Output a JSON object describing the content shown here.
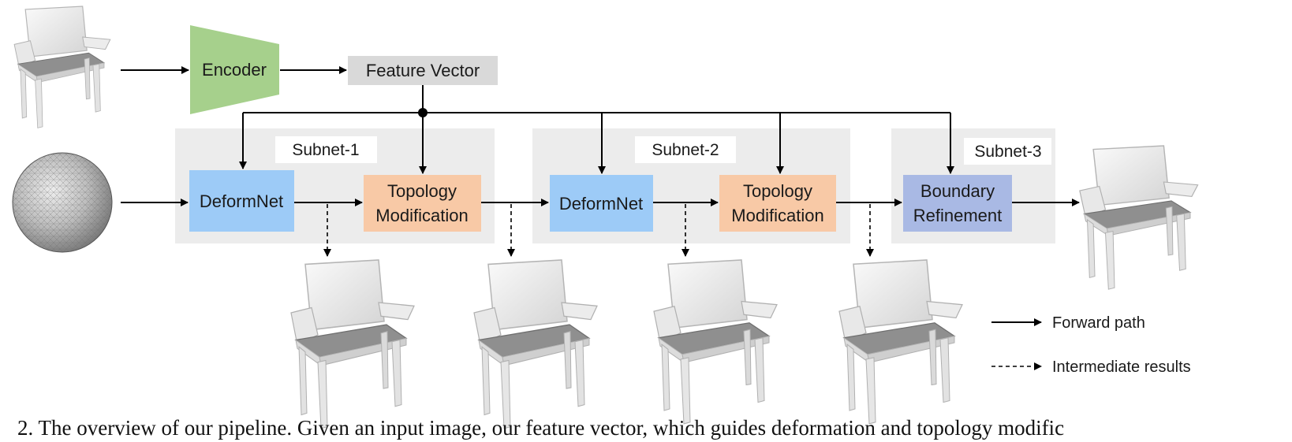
{
  "encoder": {
    "label": "Encoder",
    "color": "#a6d08c"
  },
  "feature_vector": {
    "label": "Feature Vector",
    "color": "#d9d9d9"
  },
  "subnets": [
    {
      "label": "Subnet-1"
    },
    {
      "label": "Subnet-2"
    },
    {
      "label": "Subnet-3"
    }
  ],
  "modules": {
    "deformnet_1": {
      "label": "DeformNet",
      "color": "#9dcbf7"
    },
    "topology_1": {
      "line1": "Topology",
      "line2": "Modification",
      "color": "#f8c9a6"
    },
    "deformnet_2": {
      "label": "DeformNet",
      "color": "#9dcbf7"
    },
    "topology_2": {
      "line1": "Topology",
      "line2": "Modification",
      "color": "#f8c9a6"
    },
    "boundary": {
      "line1": "Boundary",
      "line2": "Refinement",
      "color": "#a9b9e4"
    }
  },
  "legend": {
    "forward": "Forward path",
    "intermediate": "Intermediate results"
  },
  "caption": "2. The overview of our pipeline. Given an input image, our feature vector, which guides deformation and topology modific"
}
